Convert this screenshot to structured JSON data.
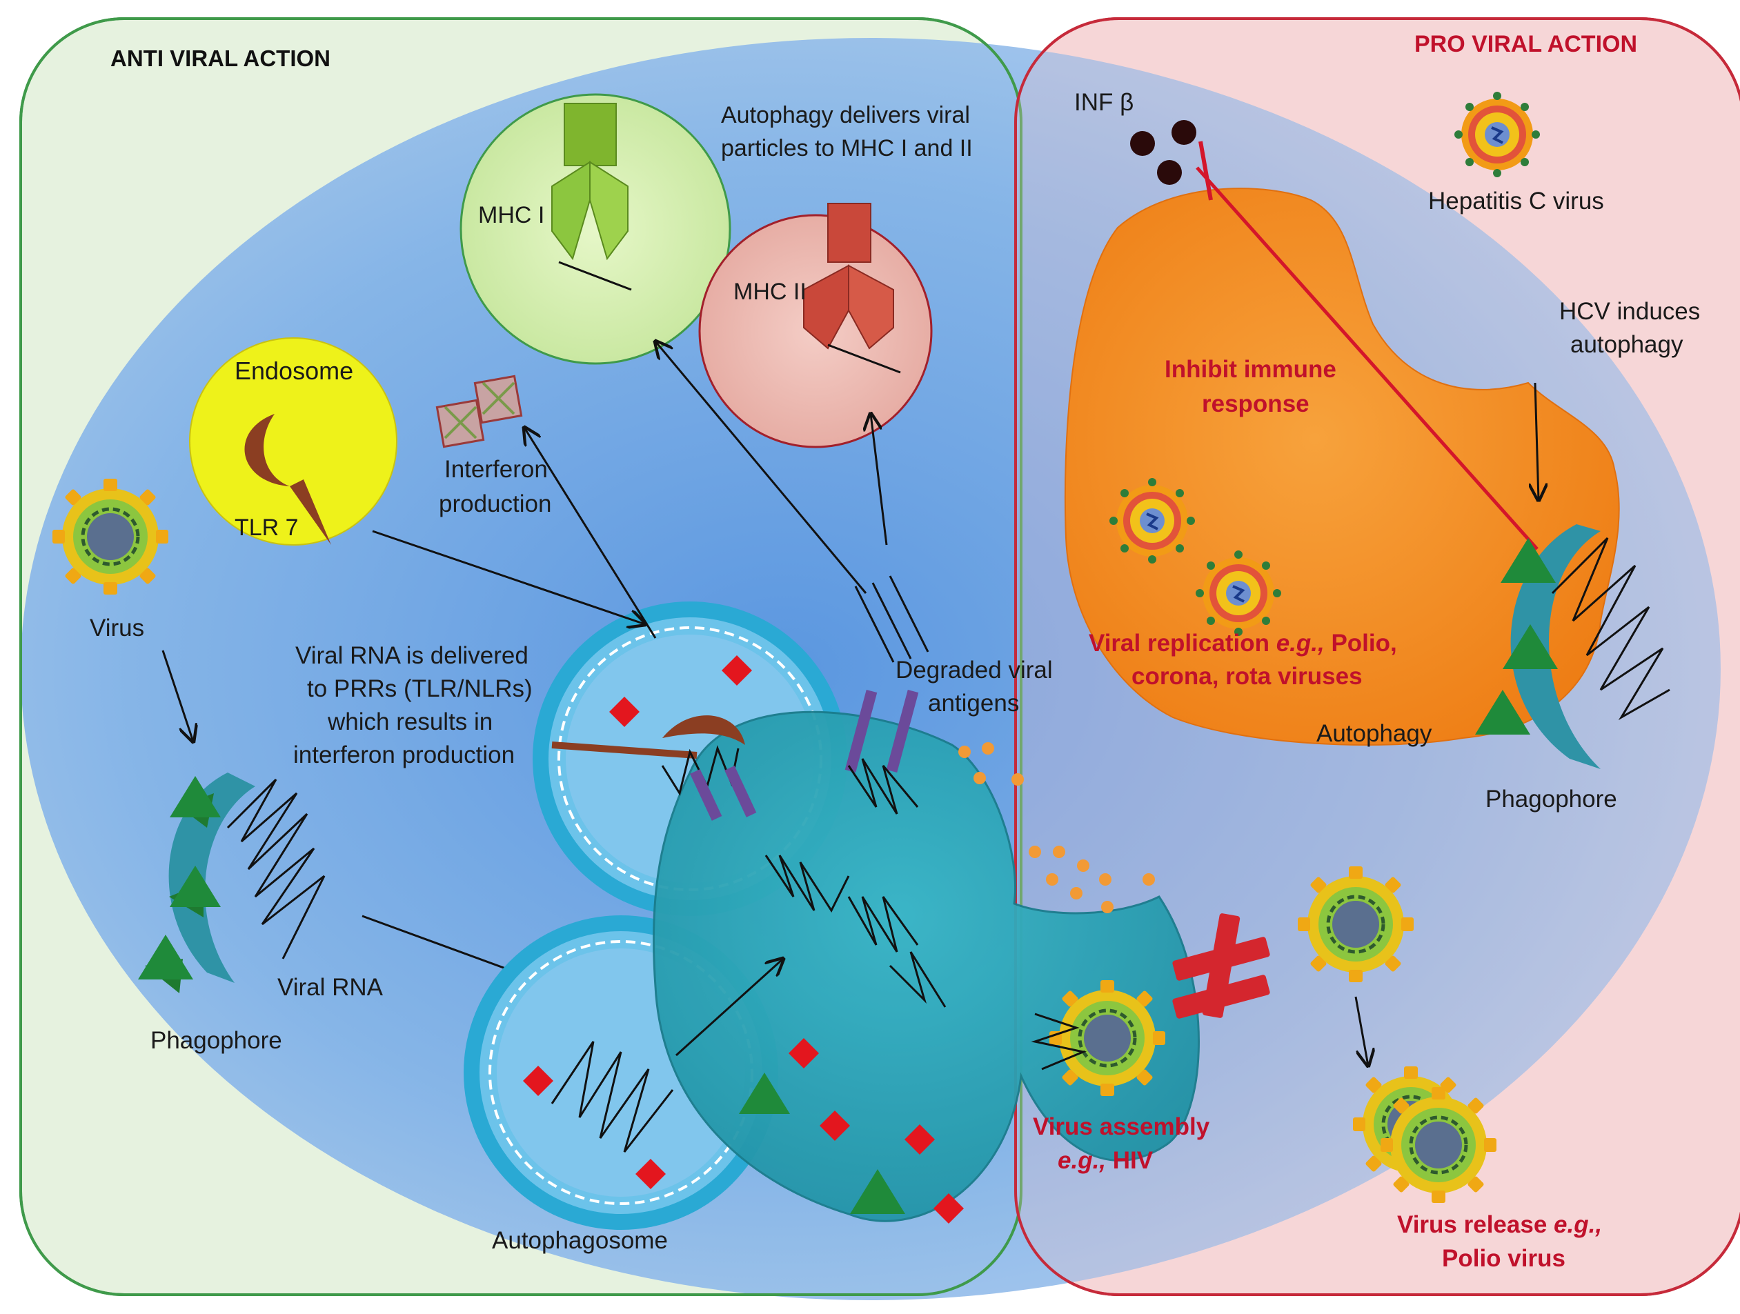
{
  "panels": {
    "anti_title": "ANTI VIRAL ACTION",
    "pro_title": "PRO VIRAL ACTION"
  },
  "labels": {
    "autophagy_delivers_1": "Autophagy delivers viral",
    "autophagy_delivers_2": "particles to MHC I and II",
    "mhc1": "MHC I",
    "mhc2": "MHC II",
    "endosome": "Endosome",
    "tlr7": "TLR 7",
    "interferon_1": "Interferon",
    "interferon_2": "production",
    "virus": "Virus",
    "viral_rna_delivered_1": "Viral RNA is delivered",
    "viral_rna_delivered_2": "to PRRs (TLR/NLRs)",
    "viral_rna_delivered_3": "which results in",
    "viral_rna_delivered_4": "interferon production",
    "viral_rna": "Viral RNA",
    "phagophore_left": "Phagophore",
    "autophagosome": "Autophagosome",
    "degraded_1": "Degraded viral",
    "degraded_2": "antigens",
    "inf_beta": "INF β",
    "hcv": "Hepatitis C virus",
    "hcv_induces_1": "HCV induces",
    "hcv_induces_2": "autophagy",
    "inhibit_1": "Inhibit immune",
    "inhibit_2": "response",
    "replication_1a": "Viral replication ",
    "replication_1b": "e.g.,",
    "replication_1c": " Polio,",
    "replication_2": "corona, rota viruses",
    "autophagy": "Autophagy",
    "phagophore_right": "Phagophore",
    "assembly_1": "Virus assembly",
    "assembly_2a": "e.g.,",
    "assembly_2b": " HIV",
    "release_1a": "Virus release ",
    "release_1b": "e.g.,",
    "release_2": "Polio virus"
  },
  "colors": {
    "anti_panel": "#e4f1de",
    "pro_panel": "#f6d9da",
    "cell": "#4d8fd8",
    "lysosome": "#2aa9b8",
    "orange_body": "#f28a1e",
    "endosome": "#eef21a",
    "mhc1_circle": "#d9f0b8",
    "mhc2_circle": "#efbfb8",
    "red_label": "#c0112b"
  }
}
